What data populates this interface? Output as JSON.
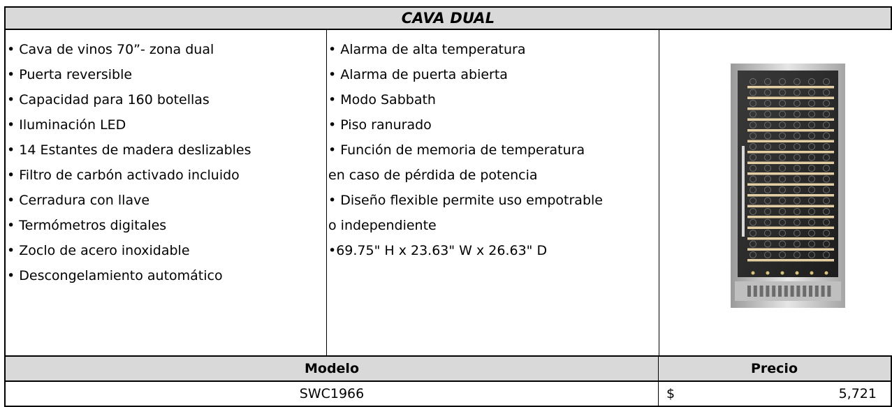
{
  "title": "CAVA DUAL",
  "features_left": [
    "• Cava de vinos 70”- zona dual",
    "• Puerta reversible",
    "• Capacidad para 160 botellas",
    "• Iluminación LED",
    "• 14 Estantes de madera deslizables",
    "• Filtro de carbón activado incluido",
    "• Cerradura con llave",
    "• Termómetros digitales",
    "• Zoclo de acero inoxidable",
    "• Descongelamiento automático"
  ],
  "features_right": [
    "• Alarma de alta temperatura",
    "• Alarma de puerta abierta",
    "• Modo Sabbath",
    "• Piso ranurado",
    "• Función de memoria de temperatura",
    "en caso de pérdida de potencia",
    "• Diseño flexible permite uso empotrable",
    "o independiente",
    "•69.75\" H x 23.63\" W x 26.63\" D"
  ],
  "product_image": "wine-cooler-dual-zone",
  "model_header": "Modelo",
  "price_header": "Precio",
  "model_value": "SWC1966",
  "price_currency": "$",
  "price_amount": "5,721",
  "colors": {
    "header_fill": "#d9d9d9",
    "border": "#000000",
    "shelf_wood": "#e3cfa3",
    "cabinet_dark": "#2b2b2b",
    "steel": "#c9c9c9"
  }
}
